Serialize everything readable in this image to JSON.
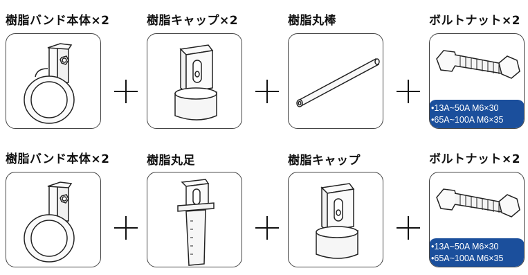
{
  "row1": {
    "labels": [
      "樹脂バンド本体×2",
      "樹脂キャップ×2",
      "樹脂丸棒",
      "ボルトナット×2"
    ],
    "specs": [
      "•13A~50A M6×30",
      "•65A~100A M6×35"
    ]
  },
  "row2": {
    "labels": [
      "樹脂バンド本体×2",
      "樹脂丸足",
      "樹脂キャップ",
      "ボルトナット×2"
    ],
    "specs": [
      "•13A~50A M6×30",
      "•65A~100A M6×35"
    ]
  }
}
